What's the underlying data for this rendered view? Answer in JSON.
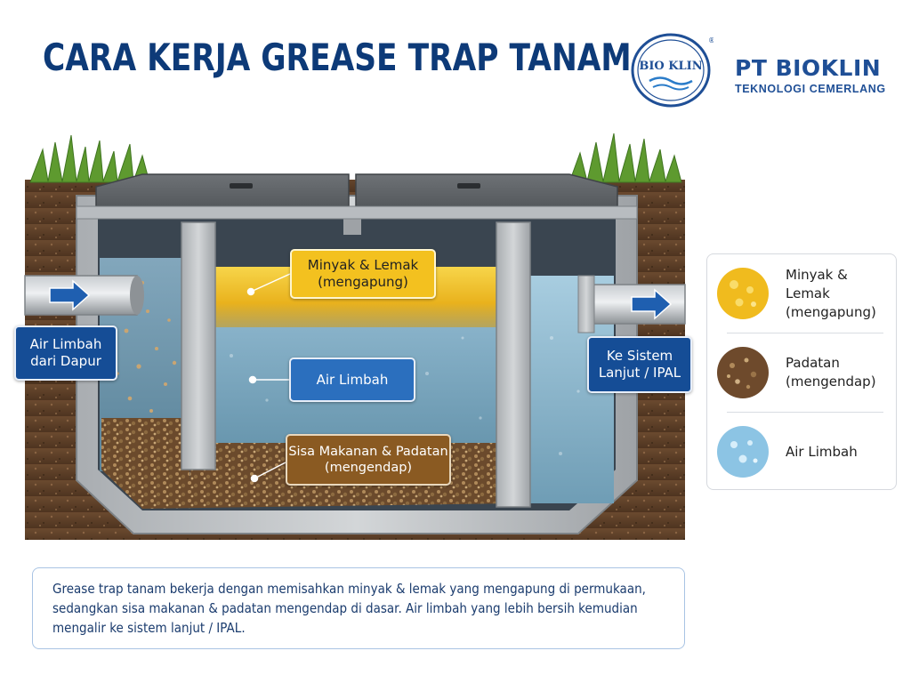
{
  "title": "CARA KERJA GREASE TRAP TANAM",
  "brand": {
    "logo_text": "BIO KLIN",
    "company_name": "PT BIOKLIN",
    "tagline": "TEKNOLOGI CEMERLANG"
  },
  "diagram": {
    "callouts": {
      "oil": [
        "Minyak & Lemak",
        "(mengapung)"
      ],
      "water": "Air Limbah",
      "solids": [
        "Sisa Makanan & Padatan",
        "(mengendap)"
      ],
      "inlet": [
        "Air Limbah",
        "dari Dapur"
      ],
      "outlet": [
        "Ke Sistem",
        "Lanjut / IPAL"
      ]
    }
  },
  "legend": [
    {
      "lines": [
        "Minyak & Lemak",
        "(mengapung)"
      ],
      "icon": "oil-swatch-icon",
      "color": "#f2be22"
    },
    {
      "lines": [
        "Padatan",
        "(mengendap)"
      ],
      "icon": "solids-swatch-icon",
      "color": "#7a5230"
    },
    {
      "lines": [
        "Air Limbah"
      ],
      "icon": "water-swatch-icon",
      "color": "#8fc7e6"
    }
  ],
  "description": "Grease trap tanam bekerja dengan memisahkan minyak & lemak yang mengapung di permukaan, sedangkan sisa makanan & padatan mengendap di dasar. Air limbah yang lebih bersih kemudian mengalir ke sistem lanjut / IPAL."
}
